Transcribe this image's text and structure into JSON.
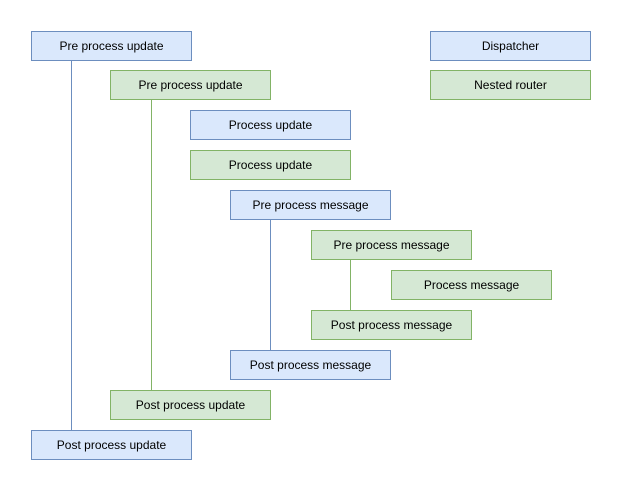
{
  "colors": {
    "background": "#ffffff",
    "text": "#000000",
    "dispatcher_fill": "#dae8fc",
    "dispatcher_border": "#6c8ebf",
    "router_fill": "#d5e8d4",
    "router_border": "#82b366"
  },
  "legend": {
    "dispatcher": {
      "label": "Dispatcher",
      "type": "dispatcher"
    },
    "nested_router": {
      "label": "Nested router",
      "type": "router"
    }
  },
  "nodes": [
    {
      "label": "Pre process update",
      "type": "dispatcher"
    },
    {
      "label": "Pre process update",
      "type": "router"
    },
    {
      "label": "Process update",
      "type": "dispatcher"
    },
    {
      "label": "Process update",
      "type": "router"
    },
    {
      "label": "Pre process message",
      "type": "dispatcher"
    },
    {
      "label": "Pre process message",
      "type": "router"
    },
    {
      "label": "Process message",
      "type": "router"
    },
    {
      "label": "Post process message",
      "type": "router"
    },
    {
      "label": "Post process message",
      "type": "dispatcher"
    },
    {
      "label": "Post process update",
      "type": "router"
    },
    {
      "label": "Post process update",
      "type": "dispatcher"
    }
  ],
  "connectors": [
    {
      "from": "Pre process update",
      "to": "Post process update",
      "type": "dispatcher"
    },
    {
      "from": "Pre process update",
      "to": "Post process update",
      "type": "router"
    },
    {
      "from": "Pre process message",
      "to": "Post process message",
      "type": "dispatcher"
    },
    {
      "from": "Pre process message",
      "to": "Post process message",
      "type": "router"
    }
  ]
}
